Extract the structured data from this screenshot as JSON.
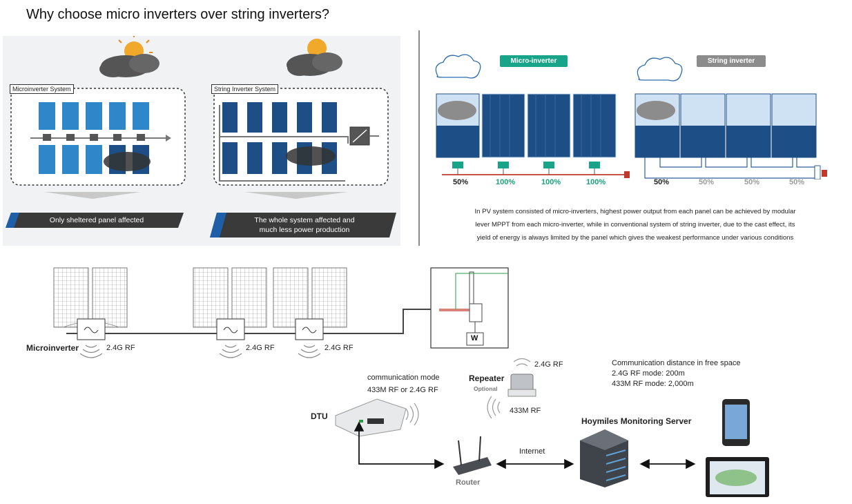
{
  "title": "Why choose micro inverters over string inverters?",
  "comparison": {
    "micro_system_label": "Microinverter System",
    "string_system_label": "String Inverter System",
    "micro_caption": "Only sheltered panel affected",
    "string_caption_line1": "The whole system affected and",
    "string_caption_line2": "much less power production"
  },
  "output": {
    "micro_tag": "Micro-inverter",
    "string_tag": "String inverter",
    "micro_percents": [
      "50%",
      "100%",
      "100%",
      "100%"
    ],
    "string_percents": [
      "50%",
      "50%",
      "50%",
      "50%"
    ],
    "explanation_lines": [
      "In PV system consisted of  micro-inverters, highest power output from each panel can be achieved by modular",
      "lever MPPT from each micro-inverter, while in conventional system of string inverter, due to the cast effect, its",
      "yield of energy is always limited by the panel which gives the weakest performance under various conditions"
    ]
  },
  "network": {
    "microinverter_label": "Microinverter",
    "rf_labels": [
      "2.4G RF",
      "2.4G RF",
      "2.4G RF"
    ],
    "meter_label": "W",
    "comm_mode_line1": "communication mode",
    "comm_mode_line2": "433M RF or 2.4G RF",
    "dtu_label": "DTU",
    "repeater_label": "Repeater",
    "repeater_optional": "Optional",
    "repeater_rf_top": "2.4G RF",
    "repeater_rf_bottom": "433M RF",
    "distance_title": "Communication distance in free space",
    "distance_line1": "2.4G RF mode: 200m",
    "distance_line2": "433M RF mode: 2,000m",
    "server_label": "Hoymiles Monitoring Server",
    "internet_label": "Internet",
    "router_label": "Router"
  },
  "colors": {
    "micro_tag": "#17a488",
    "string_tag": "#8c8c8c",
    "green_pct": "#1aa078",
    "gray_pct": "#9a9a9a",
    "panel_blue": "#1d4f86",
    "light_panel": "#2f86c9",
    "ribbon_dark": "#3a3a3a",
    "ribbon_accent": "#1f5fa8"
  }
}
